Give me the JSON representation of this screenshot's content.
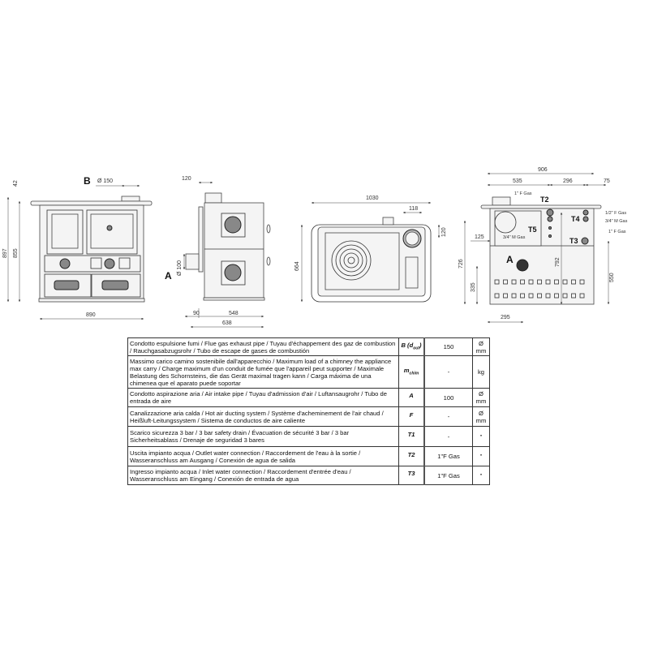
{
  "front_view": {
    "label_b": "B",
    "flue_diameter": "Ø 150",
    "dim_height_total": "897",
    "dim_height_body": "855",
    "dim_top": "42",
    "dim_width": "890"
  },
  "side_view": {
    "dim_flue_offset": "120",
    "label_a": "A",
    "air_diameter": "Ø 100",
    "dim_offset": "90",
    "dim_body_depth": "548",
    "dim_total_depth": "638"
  },
  "top_view": {
    "dim_width": "1030",
    "dim_flue_offset": "118",
    "dim_flue_depth": "120",
    "dim_depth": "664"
  },
  "rear_view": {
    "dim_total": "906",
    "dim_left": "535",
    "dim_mid": "296",
    "dim_right": "75",
    "t2_gas": "1\" F Gas",
    "t2": "T2",
    "t4_gas_top": "1/2\" F Gas",
    "t4": "T4",
    "t4_gas_bottom": "3/4\" M Gas",
    "t3_gas": "1\" F Gas",
    "t3": "T3",
    "t5": "T5",
    "t5_gas": "3/4\" M Gas",
    "dim_125": "125",
    "dim_726": "726",
    "dim_335": "335",
    "dim_792": "792",
    "dim_550": "550",
    "dim_295": "295",
    "label_a": "A"
  },
  "table": {
    "rows": [
      {
        "desc": "Condotto espulsione fumi / Flue gas exhaust pipe / Tuyau d'échappement des gaz de combustion / Rauchgasabzugsrohr / Tubo de escape de gases de combustión",
        "sym": "B (d",
        "sym_sub": "out",
        "sym_end": ")",
        "value": "150",
        "unit": "Ø mm"
      },
      {
        "desc": "Massimo carico camino sostenibile dall'apparecchio / Maximum load of a chimney the appliance max carry / Charge maximum d'un conduit de fumée que l'appareil peut supporter / Maximale Belastung des Schornsteins, die das Gerät maximal tragen kann / Carga máxima de una chimenea que el aparato puede soportar",
        "sym": "m",
        "sym_sub": "chim",
        "sym_end": "",
        "value": "-",
        "unit": "kg"
      },
      {
        "desc": "Condotto aspirazione aria / Air intake pipe / Tuyau d'admission d'air / Luftansaugrohr / Tubo de entrada de aire",
        "sym": "A",
        "sym_sub": "",
        "sym_end": "",
        "value": "100",
        "unit": "Ø mm"
      },
      {
        "desc": "Canalizzazione aria calda / Hot air ducting system / Système d'acheminement de l'air chaud / Heißluft-Leitungssystem / Sistema de conductos de aire caliente",
        "sym": "F",
        "sym_sub": "",
        "sym_end": "",
        "value": "-",
        "unit": "Ø mm"
      },
      {
        "desc": "Scarico sicurezza 3 bar / 3 bar safety drain / Évacuation de sécurité 3 bar / 3 bar Sicherheitsablass / Drenaje de seguridad 3 bares",
        "sym": "T1",
        "sym_sub": "",
        "sym_end": "",
        "value": "-",
        "unit": "\""
      },
      {
        "desc": "Uscita impianto acqua / Outlet water connection / Raccordement de l'eau à la sortie / Wasseranschluss am Ausgang / Conexión de agua de salida",
        "sym": "T2",
        "sym_sub": "",
        "sym_end": "",
        "value": "1\"F Gas",
        "unit": "\""
      },
      {
        "desc": "Ingresso impianto acqua / Inlet water connection / Raccordement d'entrée d'eau / Wasseranschluss am Eingang / Conexión de entrada de agua",
        "sym": "T3",
        "sym_sub": "",
        "sym_end": "",
        "value": "1\"F Gas",
        "unit": "\""
      }
    ]
  }
}
